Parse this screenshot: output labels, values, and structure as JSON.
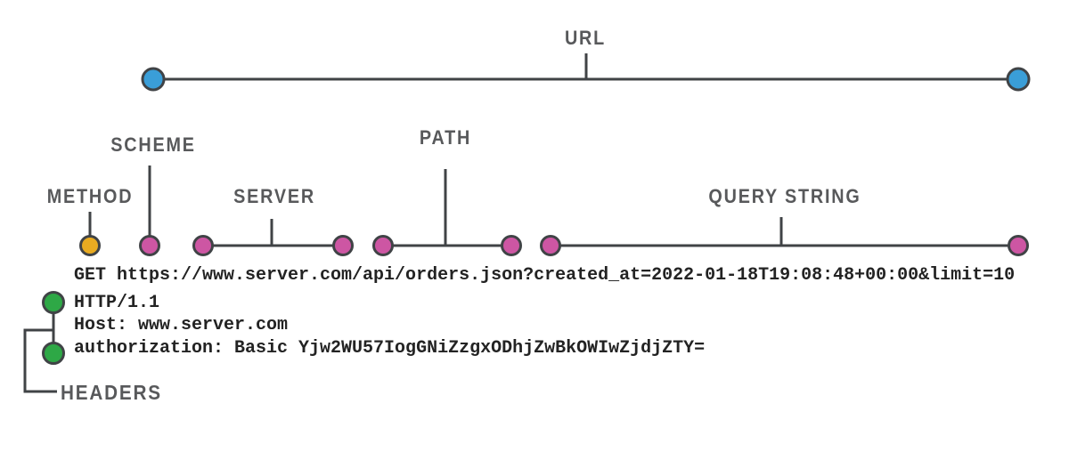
{
  "diagram": {
    "title_labels": {
      "url": "URL",
      "method": "METHOD",
      "scheme": "SCHEME",
      "server": "SERVER",
      "path": "PATH",
      "query_string": "QUERY STRING",
      "headers": "HEADERS"
    },
    "colors": {
      "url_endpoint": "#3a9ed8",
      "method_dot": "#e9ab21",
      "segment_dot": "#cd56a3",
      "header_dot": "#2ea846",
      "line": "#404346",
      "label_text": "#58595b"
    }
  },
  "request": {
    "request_line": "GET https://www.server.com/api/orders.json?created_at=2022-01-18T19:08:48+00:00&limit=10",
    "http_version": "HTTP/1.1",
    "host_header": "Host: www.server.com",
    "authorization_header": "authorization: Basic Yjw2WU57IogGNiZzgxODhjZwBkOWIwZjdjZTY="
  }
}
